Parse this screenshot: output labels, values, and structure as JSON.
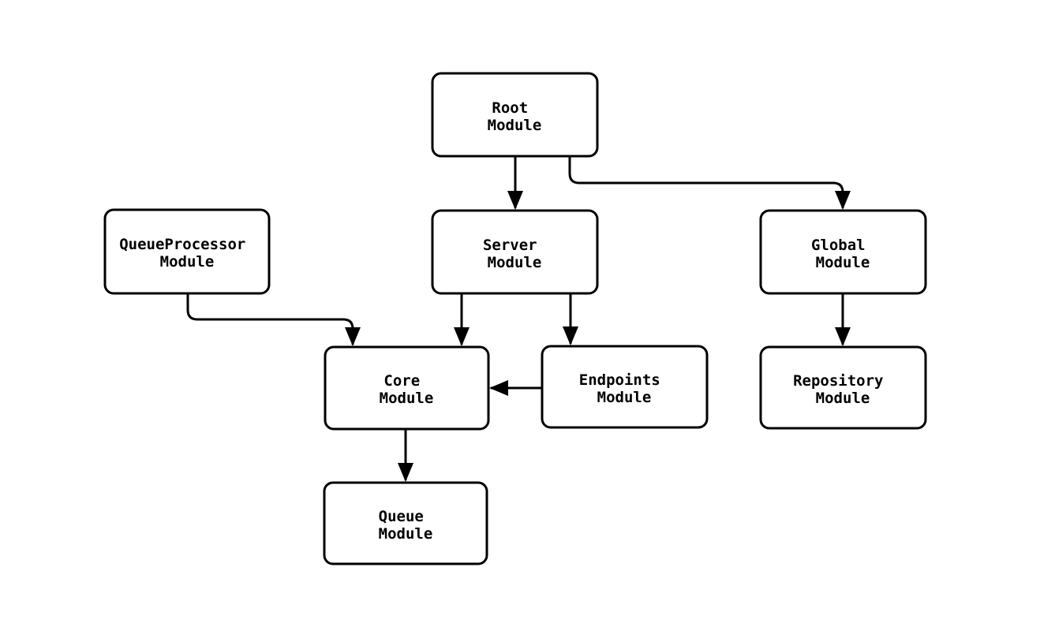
{
  "diagram": {
    "type": "flowchart",
    "background_color": "#ffffff",
    "node_fill": "#ffffff",
    "node_stroke": "#000000",
    "edge_color": "#000000",
    "nodes": {
      "root": {
        "line1": "Root",
        "line2": "Module"
      },
      "queueprocessor": {
        "line1": "QueueProcessor",
        "line2": "Module"
      },
      "server": {
        "line1": "Server",
        "line2": "Module"
      },
      "global": {
        "line1": "Global",
        "line2": "Module"
      },
      "core": {
        "line1": "Core",
        "line2": "Module"
      },
      "endpoints": {
        "line1": "Endpoints",
        "line2": "Module"
      },
      "repository": {
        "line1": "Repository",
        "line2": "Module"
      },
      "queue": {
        "line1": "Queue",
        "line2": "Module"
      }
    },
    "edges": [
      {
        "from": "Root Module",
        "to": "Server Module"
      },
      {
        "from": "Root Module",
        "to": "Global Module"
      },
      {
        "from": "QueueProcessor Module",
        "to": "Core Module"
      },
      {
        "from": "Server Module",
        "to": "Core Module"
      },
      {
        "from": "Server Module",
        "to": "Endpoints Module"
      },
      {
        "from": "Endpoints Module",
        "to": "Core Module"
      },
      {
        "from": "Global Module",
        "to": "Repository Module"
      },
      {
        "from": "Core Module",
        "to": "Queue Module"
      }
    ]
  }
}
